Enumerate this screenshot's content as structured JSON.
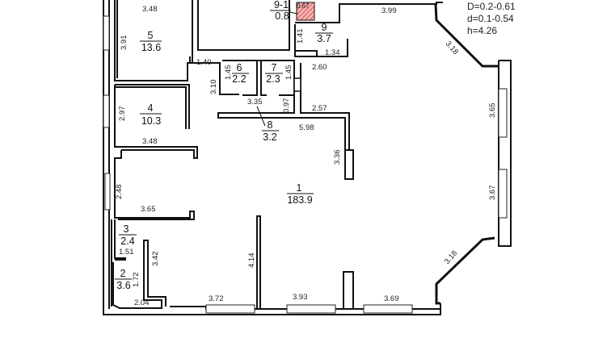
{
  "rooms": [
    {
      "number": "1",
      "area": "183.9"
    },
    {
      "number": "2",
      "area": "3.6"
    },
    {
      "number": "3",
      "area": "2.4"
    },
    {
      "number": "4",
      "area": "10.3"
    },
    {
      "number": "5",
      "area": "13.6"
    },
    {
      "number": "6",
      "area": "2.2"
    },
    {
      "number": "7",
      "area": "2.3"
    },
    {
      "number": "8",
      "area": "3.2"
    },
    {
      "number": "9",
      "area": "3.7"
    },
    {
      "number": "9-1",
      "area": "0.8"
    }
  ],
  "dimensions": {
    "d348a": "3.48",
    "d391": "3.91",
    "d140": "1.40",
    "d297": "2.97",
    "d348b": "3.48",
    "d145a": "1.45",
    "d310": "3.10",
    "d145b": "1.45",
    "d335": "3.35",
    "d097": "0.97",
    "d141": "1.41",
    "d134": "1.34",
    "d260": "2.60",
    "d257": "2.57",
    "d598": "5.98",
    "d336": "3.36",
    "d067": "0.67",
    "d399": "3.99",
    "d318a": "3.18",
    "d365a": "3.65",
    "d367": "3.67",
    "d318b": "3.18",
    "d248": "2.48",
    "d365b": "3.65",
    "d151": "1.51",
    "d342": "3.42",
    "d172": "1.72",
    "d204": "2.04",
    "d414": "4.14",
    "d372": "3.72",
    "d393": "3.93",
    "d369": "3.69"
  },
  "specs": {
    "D": "D=0.2-0.61",
    "d": "d=0.1-0.54",
    "h": "h=4.26"
  },
  "colors": {
    "hatch": "#d9534f"
  }
}
